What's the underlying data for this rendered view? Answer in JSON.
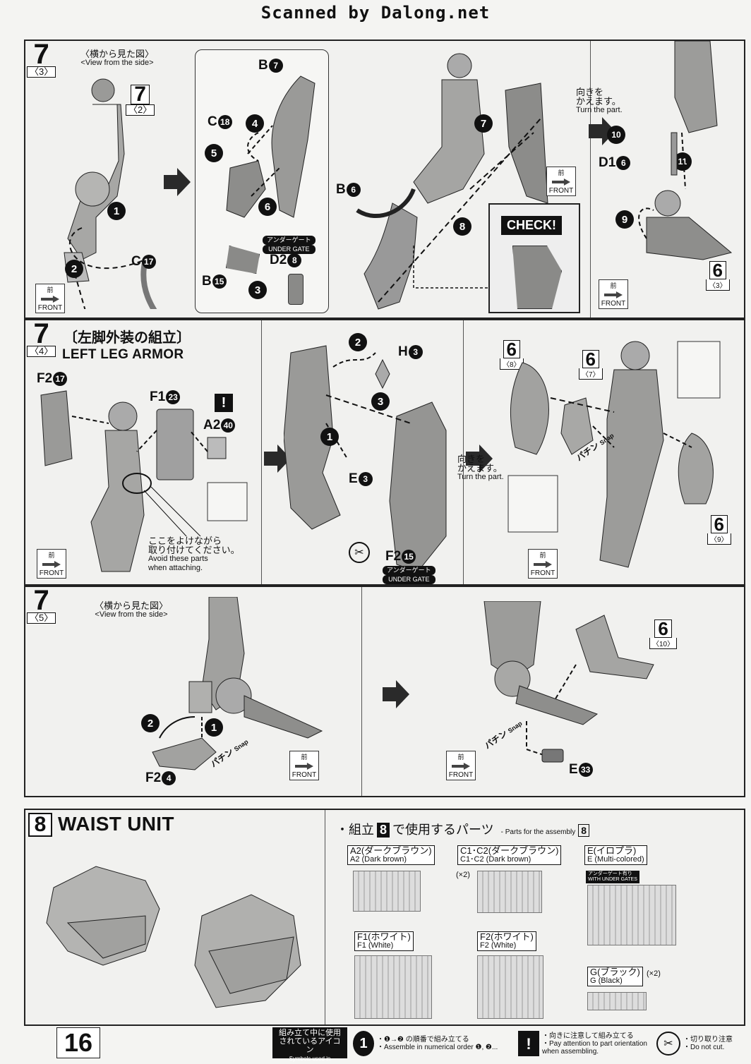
{
  "header": {
    "text": "Scanned by Dalong.net"
  },
  "step73": {
    "num": "7",
    "sub": "〈3〉",
    "view_jp": "〈横から見た図〉",
    "view_en": "<View from the side>",
    "ref_num": "7",
    "ref_sub": "〈2〉",
    "turn_jp": "向きを\nかえます。",
    "turn_en": "Turn the part.",
    "check": "CHECK!",
    "ug_jp": "アンダーゲート",
    "ug_en": "UNDER GATE",
    "parts": {
      "c17": "C",
      "c17n": "17",
      "b7": "B",
      "b7n": "7",
      "c18": "C",
      "c18n": "18",
      "b6": "B",
      "b6n": "6",
      "b15": "B",
      "b15n": "15",
      "d28": "D2",
      "d28n": "8",
      "d16": "D1",
      "d16n": "6"
    },
    "badge": {
      "n": "6",
      "s": "〈3〉"
    }
  },
  "step74": {
    "num": "7",
    "sub": "〈4〉",
    "title_jp": "〔左脚外装の組立〕",
    "title_en": "LEFT LEG ARMOR",
    "parts": {
      "f2a": "F2",
      "f2an": "17",
      "f1": "F1",
      "f1n": "23",
      "a2": "A2",
      "a2n": "40",
      "h": "H",
      "hn": "3",
      "e": "E",
      "en": "3",
      "f2b": "F2",
      "f2bn": "15"
    },
    "avoid_jp": "ここをよけながら\n取り付けてください。",
    "avoid_en": "Avoid these parts\nwhen attaching.",
    "turn_jp": "向きを\nかえます。",
    "turn_en": "Turn the part.",
    "ug_jp": "アンダーゲート",
    "ug_en": "UNDER GATE",
    "snap_jp": "パチン",
    "snap_en": "Snap",
    "b8": {
      "n": "6",
      "s": "〈8〉"
    },
    "b7": {
      "n": "6",
      "s": "〈7〉"
    },
    "b9": {
      "n": "6",
      "s": "〈9〉"
    }
  },
  "step75": {
    "num": "7",
    "sub": "〈5〉",
    "view_jp": "〈横から見た図〉",
    "view_en": "<View from the side>",
    "snap_jp": "パチン",
    "snap_en": "Snap",
    "f24": "F2",
    "f24n": "4",
    "e33": "E",
    "e33n": "33",
    "badge": {
      "n": "6",
      "s": "〈10〉"
    }
  },
  "front": {
    "jp": "前",
    "en": "FRONT"
  },
  "step8": {
    "num": "8",
    "title": "WAIST UNIT",
    "parts_jp": "・組立",
    "parts_jp2": "で使用するパーツ",
    "parts_en": "- Parts for the assembly",
    "badge": "8",
    "runners": [
      {
        "jp": "A2(ダークブラウン)",
        "en": "A2 (Dark brown)"
      },
      {
        "jp": "C1･C2(ダークブラウン)",
        "en": "C1･C2 (Dark brown)",
        "mult": "(×2)"
      },
      {
        "jp": "E(イロプラ)",
        "en": "E (Multi-colored)",
        "ug": "アンダーゲート有り\nWITH UNDER GATES"
      },
      {
        "jp": "F1(ホワイト)",
        "en": "F1 (White)"
      },
      {
        "jp": "F2(ホワイト)",
        "en": "F2 (White)"
      },
      {
        "jp": "G(ブラック)",
        "en": "G (Black)",
        "mult": "(×2)"
      }
    ]
  },
  "footer": {
    "page": "16",
    "icons_jp": "組み立て中に使用\nされているアイコン",
    "icons_en": "Symbols used in instructions",
    "order_jp": "・❶→❷ の順番で組み立てる",
    "order_en": "・Assemble in numerical order ❶, ❷...",
    "orient_jp": "・向きに注意して組み立てる",
    "orient_en": "・Pay attention to part orientation\n when assembling.",
    "cut_jp": "・切り取り注意",
    "cut_en": "・Do not cut."
  }
}
